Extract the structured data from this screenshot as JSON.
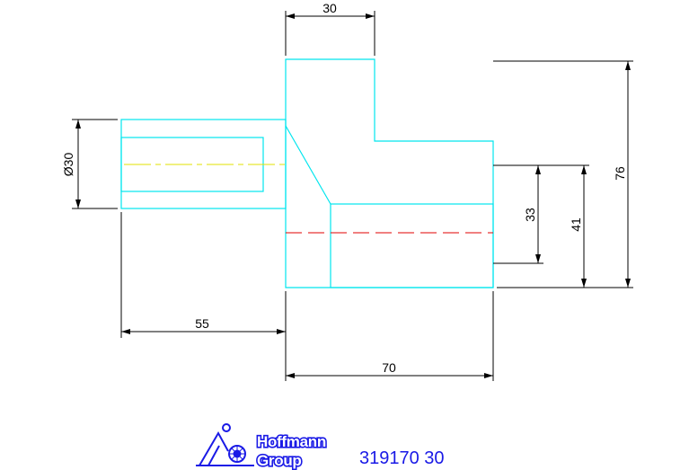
{
  "dimensions": {
    "top_width": "30",
    "diameter": "Ø30",
    "left_length": "55",
    "bottom_width": "70",
    "height_33": "33",
    "height_41": "41",
    "height_76": "76"
  },
  "logo": {
    "line1": "Hoffmann",
    "line2": "Group"
  },
  "part_number": "319170 30",
  "colors": {
    "part_outline": "#00e5ee",
    "dimension": "#000000",
    "centerline_upper": "#e0e000",
    "centerline_lower": "#e00000",
    "logo": "#1a1ae6"
  }
}
